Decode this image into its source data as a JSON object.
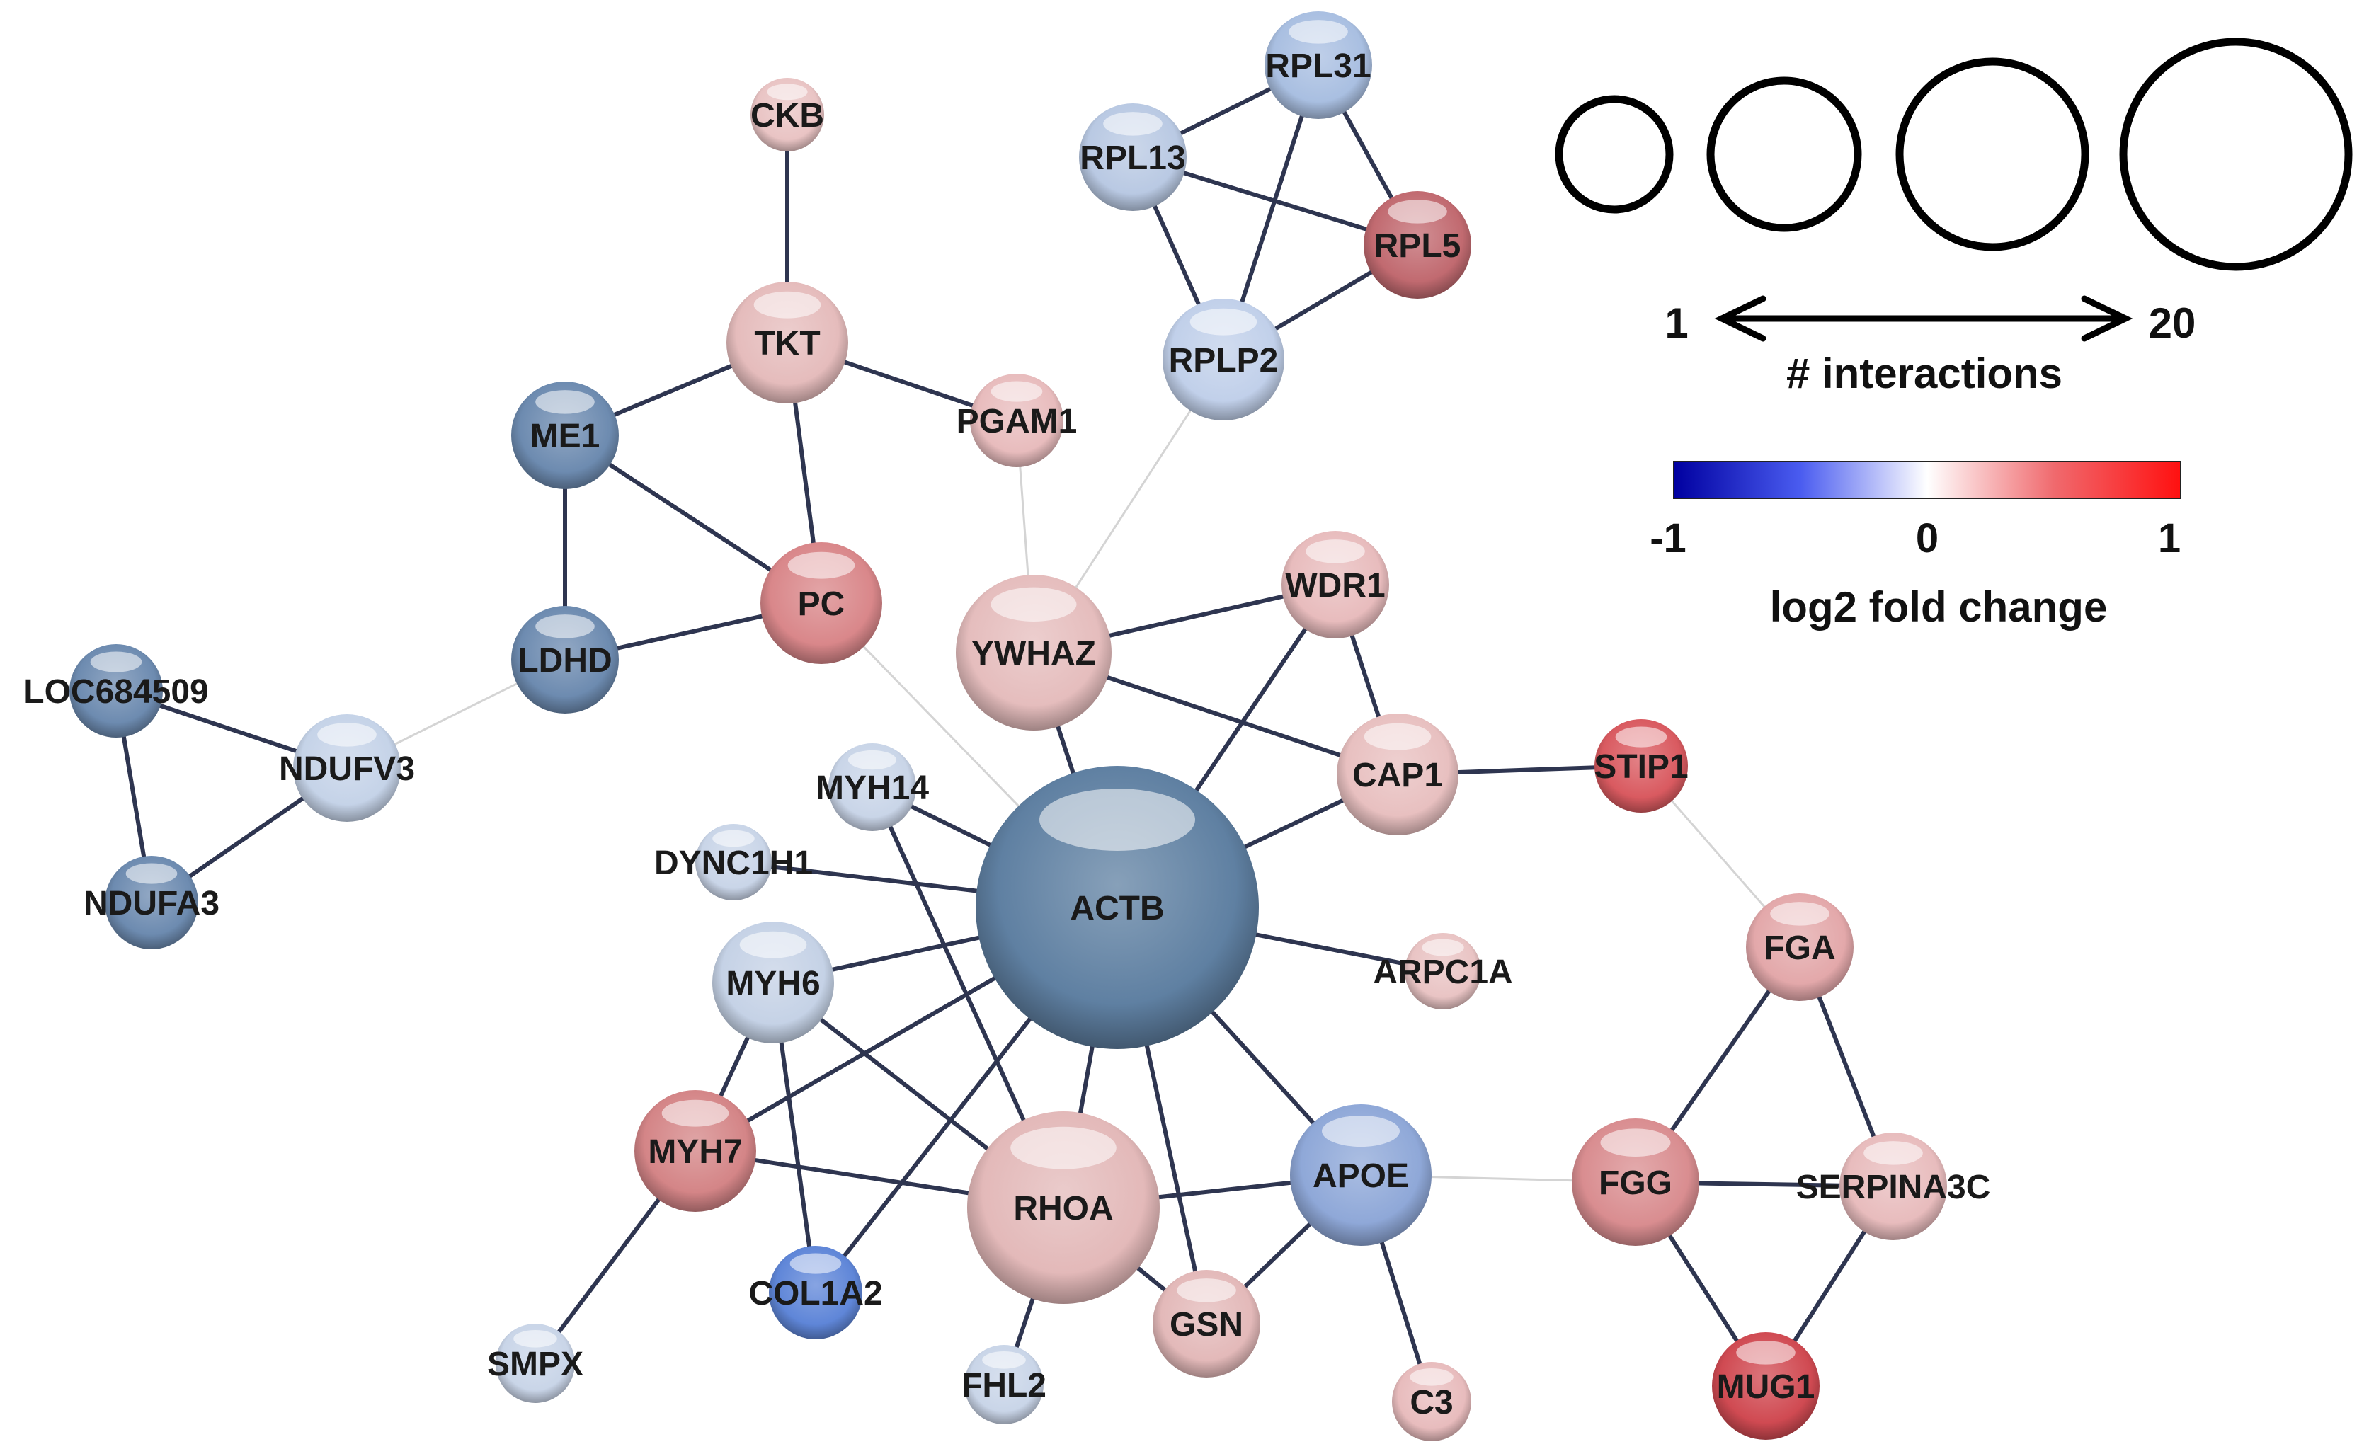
{
  "network": {
    "nodes": [
      {
        "id": "ACTB",
        "label": "ACTB",
        "interactions": 20,
        "color": "#5f80a2"
      },
      {
        "id": "CKB",
        "label": "CKB",
        "interactions": 1,
        "color": "#e9c4c4"
      },
      {
        "id": "TKT",
        "label": "TKT",
        "interactions": 4,
        "color": "#e5bcbc"
      },
      {
        "id": "ME1",
        "label": "ME1",
        "interactions": 3,
        "color": "#6d8bb0"
      },
      {
        "id": "LDHD",
        "label": "LDHD",
        "interactions": 3,
        "color": "#6d8bb0"
      },
      {
        "id": "PC",
        "label": "PC",
        "interactions": 3,
        "color": "#d9878a"
      },
      {
        "id": "PGAM1",
        "label": "PGAM1",
        "interactions": 2,
        "color": "#e8bcbd"
      },
      {
        "id": "RPL31",
        "label": "RPL31",
        "interactions": 3,
        "color": "#a9bfe1"
      },
      {
        "id": "RPL13",
        "label": "RPL13",
        "interactions": 3,
        "color": "#b9c9e3"
      },
      {
        "id": "RPL5",
        "label": "RPL5",
        "interactions": 3,
        "color": "#c16a70"
      },
      {
        "id": "RPLP2",
        "label": "RPLP2",
        "interactions": 4,
        "color": "#c1d0ea"
      },
      {
        "id": "LOC684509",
        "label": "LOC684509",
        "interactions": 2,
        "color": "#6d8bb0"
      },
      {
        "id": "NDUFV3",
        "label": "NDUFV3",
        "interactions": 3,
        "color": "#c5d3e8"
      },
      {
        "id": "NDUFA3",
        "label": "NDUFA3",
        "interactions": 2,
        "color": "#6d8bb0"
      },
      {
        "id": "YWHAZ",
        "label": "YWHAZ",
        "interactions": 6,
        "color": "#e5bdbd"
      },
      {
        "id": "WDR1",
        "label": "WDR1",
        "interactions": 3,
        "color": "#e8bcbd"
      },
      {
        "id": "CAP1",
        "label": "CAP1",
        "interactions": 4,
        "color": "#e8c0c0"
      },
      {
        "id": "STIP1",
        "label": "STIP1",
        "interactions": 2,
        "color": "#d95a60"
      },
      {
        "id": "MYH14",
        "label": "MYH14",
        "interactions": 2,
        "color": "#c9d5e8"
      },
      {
        "id": "DYNC1H1",
        "label": "DYNC1H1",
        "interactions": 1,
        "color": "#c9d5e8"
      },
      {
        "id": "MYH6",
        "label": "MYH6",
        "interactions": 4,
        "color": "#c5d2e6"
      },
      {
        "id": "ARPC1A",
        "label": "ARPC1A",
        "interactions": 1,
        "color": "#e9c4c4"
      },
      {
        "id": "FGA",
        "label": "FGA",
        "interactions": 3,
        "color": "#e3a8aa"
      },
      {
        "id": "MYH7",
        "label": "MYH7",
        "interactions": 4,
        "color": "#d48587"
      },
      {
        "id": "RHOA",
        "label": "RHOA",
        "interactions": 7,
        "color": "#e3b9b9"
      },
      {
        "id": "APOE",
        "label": "APOE",
        "interactions": 4,
        "color": "#8fa8d8"
      },
      {
        "id": "FGG",
        "label": "FGG",
        "interactions": 4,
        "color": "#d98d90"
      },
      {
        "id": "SERPINA3C",
        "label": "SERPINA3C",
        "interactions": 3,
        "color": "#e8bcbd"
      },
      {
        "id": "COL1A2",
        "label": "COL1A2",
        "interactions": 3,
        "color": "#5f86d8"
      },
      {
        "id": "SMPX",
        "label": "SMPX",
        "interactions": 1,
        "color": "#c9d5e8"
      },
      {
        "id": "FHL2",
        "label": "FHL2",
        "interactions": 1,
        "color": "#c9d5e8"
      },
      {
        "id": "GSN",
        "label": "GSN",
        "interactions": 3,
        "color": "#e3b9b9"
      },
      {
        "id": "C3",
        "label": "C3",
        "interactions": 1,
        "color": "#e8bcbd"
      },
      {
        "id": "MUG1",
        "label": "MUG1",
        "interactions": 2,
        "color": "#d04a52"
      }
    ],
    "edges": [
      [
        "CKB",
        "TKT",
        "strong"
      ],
      [
        "TKT",
        "ME1",
        "strong"
      ],
      [
        "TKT",
        "PGAM1",
        "strong"
      ],
      [
        "TKT",
        "PC",
        "strong"
      ],
      [
        "ME1",
        "LDHD",
        "strong"
      ],
      [
        "ME1",
        "PC",
        "strong"
      ],
      [
        "LDHD",
        "PC",
        "strong"
      ],
      [
        "RPL31",
        "RPL13",
        "strong"
      ],
      [
        "RPL31",
        "RPL5",
        "strong"
      ],
      [
        "RPL31",
        "RPLP2",
        "strong"
      ],
      [
        "RPL13",
        "RPL5",
        "strong"
      ],
      [
        "RPL13",
        "RPLP2",
        "strong"
      ],
      [
        "RPL5",
        "RPLP2",
        "strong"
      ],
      [
        "LOC684509",
        "NDUFV3",
        "strong"
      ],
      [
        "LOC684509",
        "NDUFA3",
        "strong"
      ],
      [
        "NDUFV3",
        "NDUFA3",
        "strong"
      ],
      [
        "YWHAZ",
        "WDR1",
        "strong"
      ],
      [
        "YWHAZ",
        "CAP1",
        "strong"
      ],
      [
        "YWHAZ",
        "ACTB",
        "strong"
      ],
      [
        "WDR1",
        "CAP1",
        "strong"
      ],
      [
        "WDR1",
        "ACTB",
        "strong"
      ],
      [
        "CAP1",
        "ACTB",
        "strong"
      ],
      [
        "CAP1",
        "STIP1",
        "strong"
      ],
      [
        "MYH14",
        "ACTB",
        "strong"
      ],
      [
        "MYH14",
        "RHOA",
        "strong"
      ],
      [
        "DYNC1H1",
        "ACTB",
        "strong"
      ],
      [
        "MYH6",
        "ACTB",
        "strong"
      ],
      [
        "MYH6",
        "MYH7",
        "strong"
      ],
      [
        "MYH6",
        "RHOA",
        "strong"
      ],
      [
        "MYH6",
        "COL1A2",
        "strong"
      ],
      [
        "ARPC1A",
        "ACTB",
        "strong"
      ],
      [
        "MYH7",
        "ACTB",
        "strong"
      ],
      [
        "MYH7",
        "RHOA",
        "strong"
      ],
      [
        "MYH7",
        "SMPX",
        "strong"
      ],
      [
        "RHOA",
        "ACTB",
        "strong"
      ],
      [
        "RHOA",
        "APOE",
        "strong"
      ],
      [
        "RHOA",
        "GSN",
        "strong"
      ],
      [
        "RHOA",
        "FHL2",
        "strong"
      ],
      [
        "COL1A2",
        "ACTB",
        "strong"
      ],
      [
        "GSN",
        "ACTB",
        "strong"
      ],
      [
        "GSN",
        "APOE",
        "strong"
      ],
      [
        "APOE",
        "ACTB",
        "strong"
      ],
      [
        "APOE",
        "C3",
        "strong"
      ],
      [
        "FGA",
        "FGG",
        "strong"
      ],
      [
        "FGA",
        "SERPINA3C",
        "strong"
      ],
      [
        "FGG",
        "SERPINA3C",
        "strong"
      ],
      [
        "FGG",
        "MUG1",
        "strong"
      ],
      [
        "SERPINA3C",
        "MUG1",
        "strong"
      ],
      [
        "PGAM1",
        "YWHAZ",
        "weak"
      ],
      [
        "RPLP2",
        "YWHAZ",
        "weak"
      ],
      [
        "PC",
        "ACTB",
        "weak"
      ],
      [
        "LDHD",
        "NDUFV3",
        "weak"
      ],
      [
        "STIP1",
        "FGA",
        "weak"
      ],
      [
        "APOE",
        "FGG",
        "weak"
      ]
    ]
  },
  "legend": {
    "size_min_label": "1",
    "size_max_label": "20",
    "size_title": "# interactions",
    "color_min_label": "-1",
    "color_mid_label": "0",
    "color_max_label": "1",
    "color_title": "log2 fold change",
    "gradient_colors": [
      "#0000a0",
      "#4a5cf0",
      "#ffffff",
      "#f06a6e",
      "#ff1010"
    ]
  }
}
